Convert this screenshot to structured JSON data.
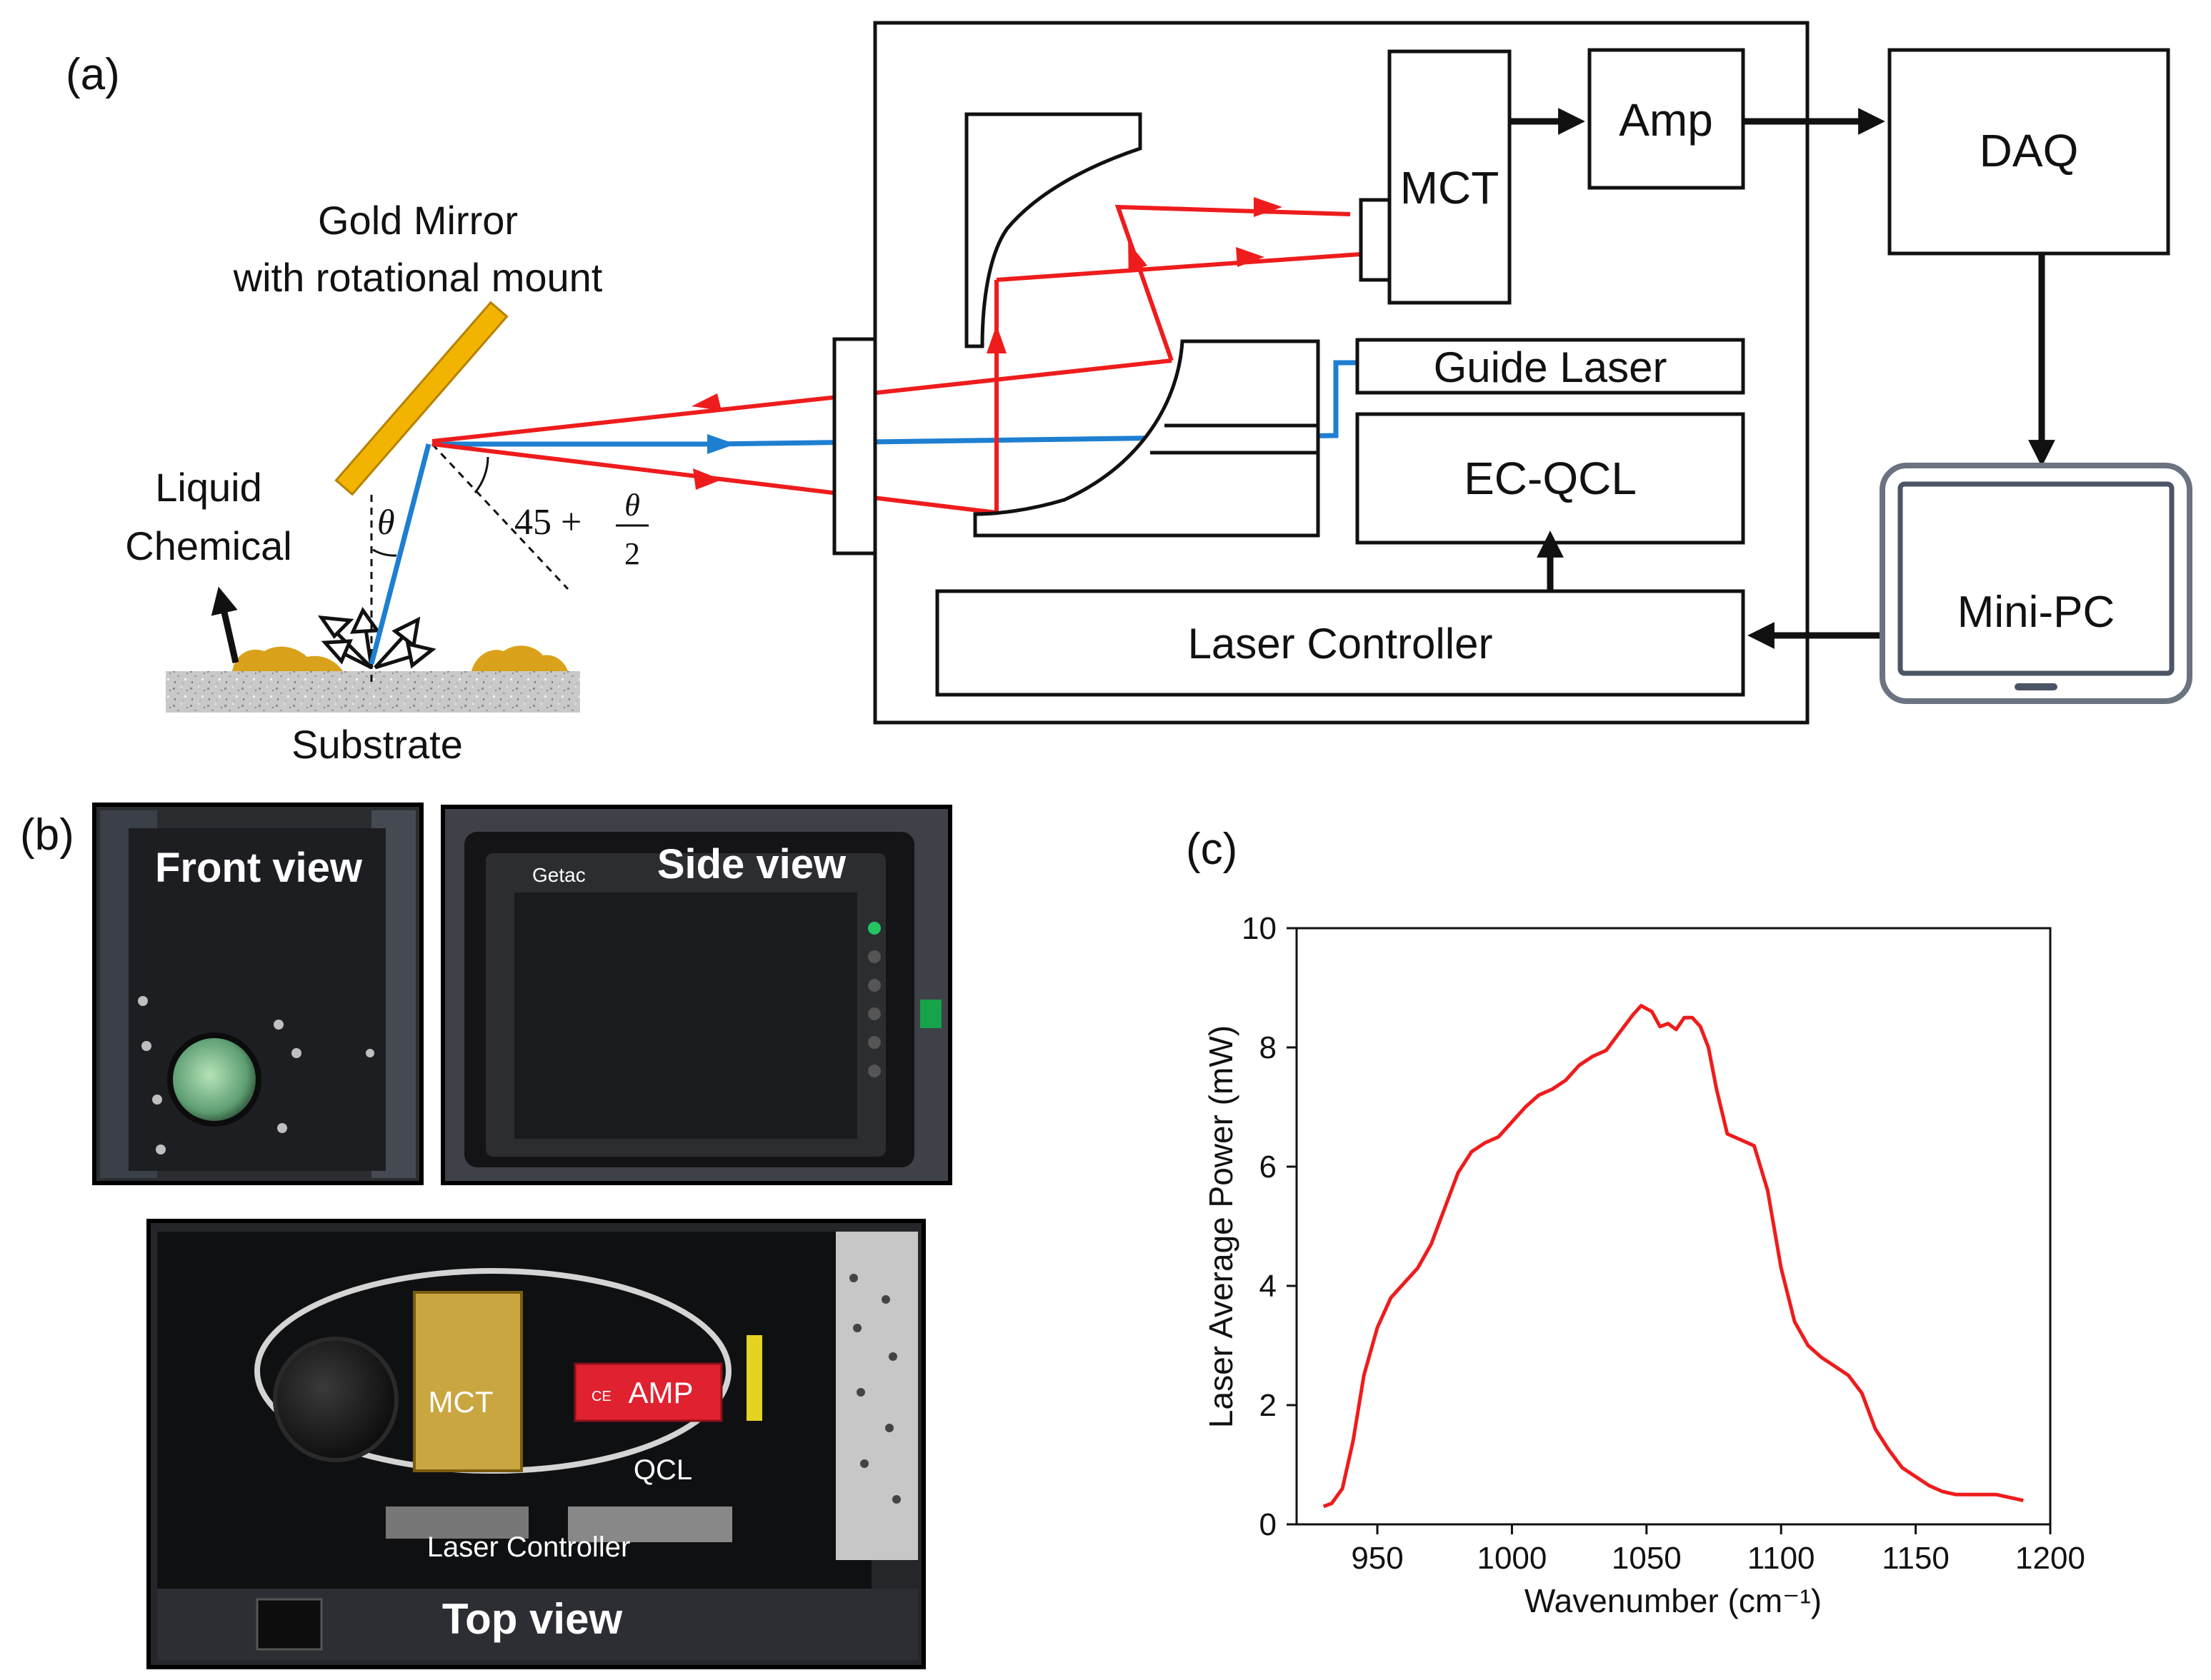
{
  "panel_labels": {
    "a": "(a)",
    "b": "(b)",
    "c": "(c)"
  },
  "diagram": {
    "mirror_label_line1": "Gold Mirror",
    "mirror_label_line2": "with rotational mount",
    "liquid_label_line1": "Liquid",
    "liquid_label_line2": "Chemical",
    "substrate_label": "Substrate",
    "theta": "θ",
    "angle_prefix": "45 +",
    "angle_num": "θ",
    "angle_den": "2",
    "boxes": {
      "mct": "MCT",
      "amp": "Amp",
      "daq": "DAQ",
      "guide_laser": "Guide Laser",
      "ec_qcl": "EC-QCL",
      "laser_controller": "Laser Controller",
      "mini_pc": "Mini-PC"
    },
    "colors": {
      "beam_red": "#ee1c1c",
      "beam_blue": "#1e7fd1",
      "mirror_gold": "#f2b400",
      "liquid": "#d9a21a"
    }
  },
  "photos": {
    "front": {
      "title": "Front view"
    },
    "side": {
      "title": "Side view",
      "brand": "Getac"
    },
    "top": {
      "title": "Top view",
      "mct": "MCT",
      "amp": "AMP",
      "qcl": "QCL",
      "controller": "Laser Controller",
      "ce": "CE"
    }
  },
  "chart_data": {
    "type": "line",
    "xlabel": "Wavenumber (cm⁻¹)",
    "ylabel": "Laser Average Power (mW)",
    "xlim": [
      920,
      1200
    ],
    "ylim": [
      0,
      10
    ],
    "xticks": [
      950,
      1000,
      1050,
      1100,
      1150,
      1200
    ],
    "yticks": [
      0,
      2,
      4,
      6,
      8,
      10
    ],
    "grid": false,
    "color": "#ee1c1c",
    "x": [
      930,
      933,
      937,
      941,
      945,
      950,
      955,
      960,
      965,
      970,
      975,
      980,
      985,
      990,
      995,
      1000,
      1005,
      1010,
      1015,
      1020,
      1025,
      1030,
      1035,
      1040,
      1045,
      1048,
      1052,
      1055,
      1058,
      1061,
      1064,
      1067,
      1070,
      1073,
      1076,
      1080,
      1085,
      1090,
      1095,
      1100,
      1105,
      1110,
      1115,
      1120,
      1125,
      1130,
      1135,
      1140,
      1145,
      1150,
      1155,
      1160,
      1165,
      1170,
      1175,
      1180,
      1185,
      1190
    ],
    "y": [
      0.3,
      0.35,
      0.6,
      1.4,
      2.5,
      3.3,
      3.8,
      4.05,
      4.3,
      4.7,
      5.3,
      5.9,
      6.25,
      6.4,
      6.5,
      6.75,
      7.0,
      7.2,
      7.3,
      7.45,
      7.7,
      7.85,
      7.95,
      8.25,
      8.55,
      8.7,
      8.6,
      8.35,
      8.4,
      8.3,
      8.5,
      8.5,
      8.35,
      8.0,
      7.3,
      6.55,
      6.45,
      6.35,
      5.6,
      4.3,
      3.4,
      3.0,
      2.8,
      2.65,
      2.5,
      2.2,
      1.6,
      1.25,
      0.95,
      0.8,
      0.65,
      0.55,
      0.5,
      0.5,
      0.5,
      0.5,
      0.45,
      0.4
    ]
  }
}
